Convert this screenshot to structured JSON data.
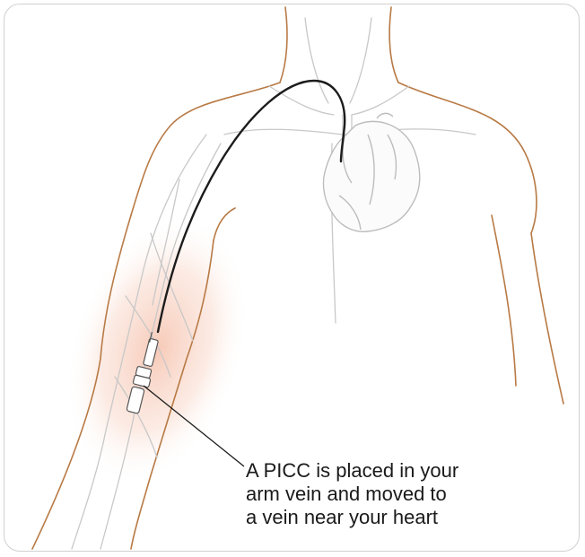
{
  "figure": {
    "caption_lines": [
      "A PICC is placed in your",
      "arm vein and moved to",
      "a vein near your heart"
    ]
  },
  "colors": {
    "body_outline": "#b87a45",
    "vein_gray": "#c8c8c8",
    "heart_gray": "#bdbdbd",
    "skin_highlight": "#f6c9b4",
    "catheter": "#1c1c1c",
    "frame_border": "#d0d0d0"
  }
}
